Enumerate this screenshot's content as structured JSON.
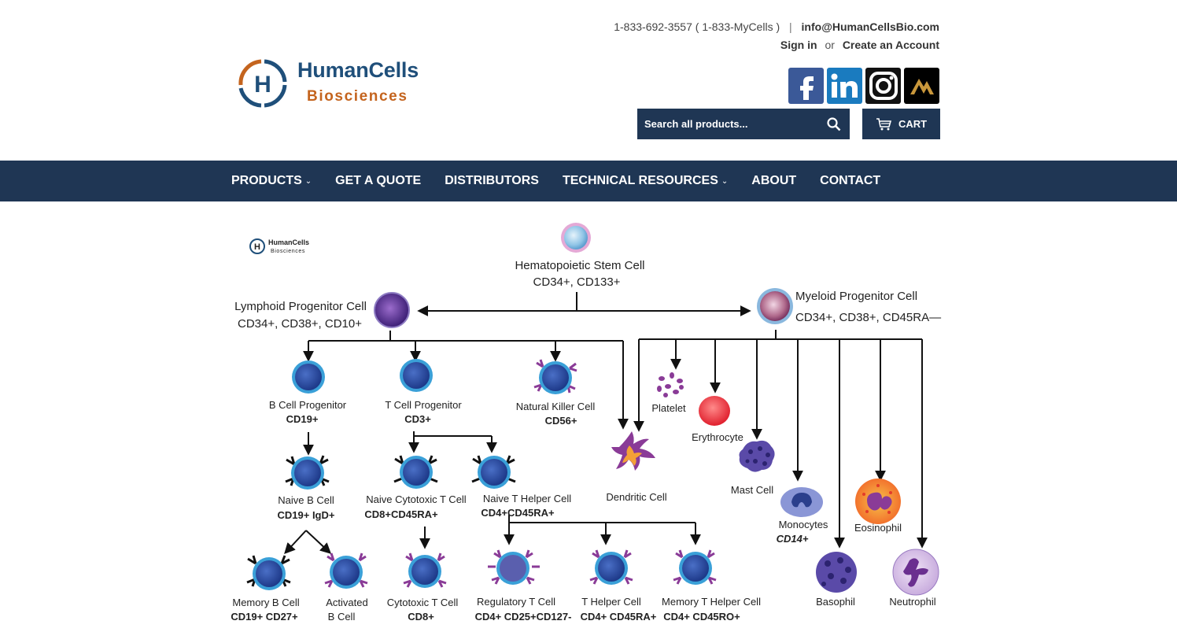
{
  "header": {
    "phone": "1-833-692-3557",
    "phone_alias": "( 1-833-MyCells )",
    "separator": "|",
    "email": "info@HumanCellsBio.com",
    "sign_in": "Sign in",
    "or": "or",
    "create_account": "Create an Account"
  },
  "logo": {
    "letter": "H",
    "brand_line1": "HumanCells",
    "brand_line2": "Biosciences"
  },
  "social": [
    "facebook-icon",
    "linkedin-icon",
    "instagram-icon",
    "brand-mark-icon"
  ],
  "search": {
    "placeholder": "Search all products..."
  },
  "cart": {
    "label": "CART"
  },
  "nav": {
    "items": [
      {
        "label": "PRODUCTS",
        "dropdown": true
      },
      {
        "label": "GET A QUOTE",
        "dropdown": false
      },
      {
        "label": "DISTRIBUTORS",
        "dropdown": false
      },
      {
        "label": "TECHNICAL RESOURCES",
        "dropdown": true
      },
      {
        "label": "ABOUT",
        "dropdown": false
      },
      {
        "label": "CONTACT",
        "dropdown": false
      }
    ],
    "caret": "⌄"
  },
  "colors": {
    "navy": "#1f3654",
    "brand_blue": "#1f4f7a",
    "brand_orange": "#c4641e",
    "cell_blue": "#2d4a9a",
    "cell_ring": "#3aa0d8",
    "receptor_purple": "#8a3b97"
  },
  "diagram": {
    "mini_logo": {
      "line1": "HumanCells",
      "line2": "Biosciences"
    },
    "hsc": {
      "name": "Hematopoietic Stem Cell",
      "markers": "CD34+,  CD133+"
    },
    "lymphoid": {
      "name": "Lymphoid Progenitor Cell",
      "markers": "CD34+,  CD38+, CD10+"
    },
    "myeloid": {
      "name": "Myeloid Progenitor Cell",
      "markers": "CD34+,  CD38+, CD45RA—"
    },
    "b_prog": {
      "name": "B Cell Progenitor",
      "markers": "CD19+"
    },
    "t_prog": {
      "name": "T Cell Progenitor",
      "markers": "CD3+"
    },
    "nk": {
      "name": "Natural Killer Cell",
      "markers": "CD56+"
    },
    "dendritic": {
      "name": "Dendritic Cell"
    },
    "platelet": {
      "name": "Platelet"
    },
    "erythrocyte": {
      "name": "Erythrocyte"
    },
    "mast": {
      "name": "Mast Cell"
    },
    "monocytes": {
      "name": "Monocytes",
      "markers": "CD14+"
    },
    "eosinophil": {
      "name": "Eosinophil"
    },
    "basophil": {
      "name": "Basophil"
    },
    "neutrophil": {
      "name": "Neutrophil"
    },
    "naive_b": {
      "name": "Naive B Cell",
      "markers": "CD19+ IgD+"
    },
    "naive_ct": {
      "name": "Naive Cytotoxic T Cell",
      "markers": "CD8+CD45RA+"
    },
    "naive_th": {
      "name": "Naive T Helper Cell",
      "markers": "CD4+CD45RA+"
    },
    "memory_b": {
      "name": "Memory B Cell",
      "markers": "CD19+ CD27+"
    },
    "activated_b": {
      "name_line1": "Activated",
      "name_line2": "B Cell"
    },
    "cyto_t": {
      "name": "Cytotoxic T Cell",
      "markers": "CD8+"
    },
    "treg": {
      "name": "Regulatory T Cell",
      "markers": "CD4+ CD25+CD127-"
    },
    "th": {
      "name": "T Helper Cell",
      "markers": "CD4+ CD45RA+"
    },
    "mem_th": {
      "name": "Memory T Helper Cell",
      "markers": "CD4+ CD45RO+"
    }
  }
}
